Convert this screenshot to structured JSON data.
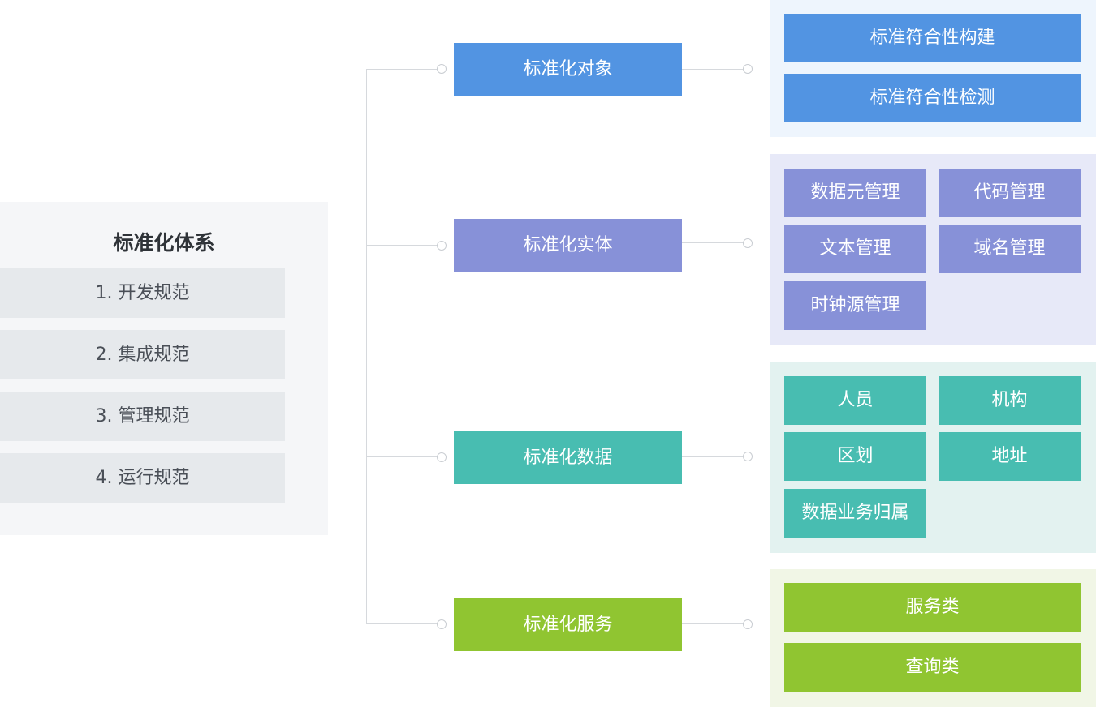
{
  "system": {
    "title": "标准化体系",
    "items": [
      "1.  开发规范",
      "2. 集成规范",
      "3. 管理规范",
      "4. 运行规范"
    ]
  },
  "categories": [
    {
      "label": "标准化对象",
      "color": "#5294e2",
      "items": [
        "标准符合性构建",
        "标准符合性检测"
      ]
    },
    {
      "label": "标准化实体",
      "color": "#8791d8",
      "items": [
        "数据元管理",
        "代码管理",
        "文本管理",
        "域名管理",
        "时钟源管理"
      ]
    },
    {
      "label": "标准化数据",
      "color": "#48bdb1",
      "items": [
        "人员",
        "机构",
        "区划",
        "地址",
        "数据业务归属"
      ]
    },
    {
      "label": "标准化服务",
      "color": "#90c531",
      "items": [
        "服务类",
        "查询类"
      ]
    }
  ]
}
